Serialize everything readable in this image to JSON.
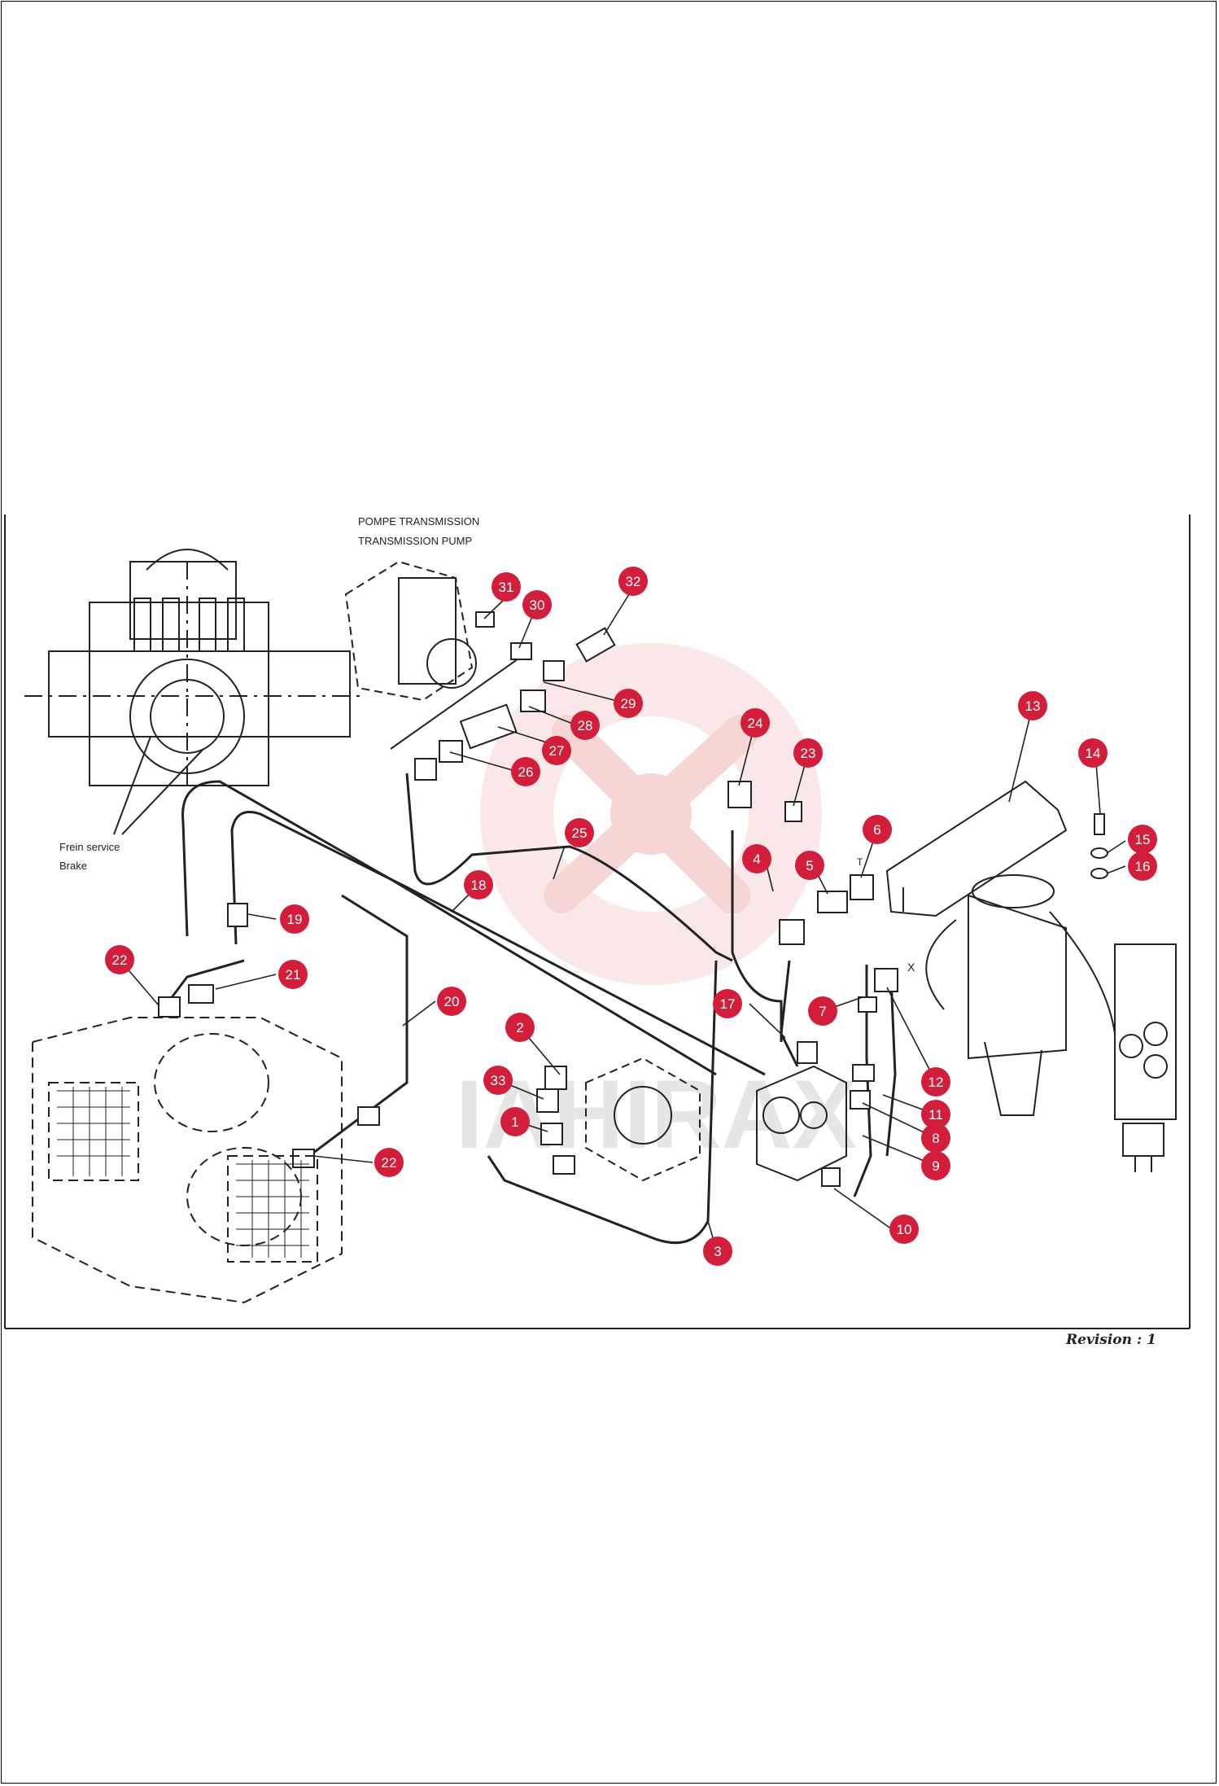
{
  "colors": {
    "callout_fill": "#d21e3a",
    "line": "#222222",
    "watermark": "#f3c7c7",
    "watermark_text": "#e6e6e6"
  },
  "labels": {
    "pump_fr": "POMPE TRANSMISSION",
    "pump_en": "TRANSMISSION PUMP",
    "brake_fr": "Frein service",
    "brake_en": "Brake",
    "revision": "Revision : 1",
    "watermark": "IAHIRAX",
    "small_mark": "",
    "mark_t": "T",
    "mark_x": "X"
  },
  "callouts": [
    {
      "id": "1",
      "label": "1"
    },
    {
      "id": "2",
      "label": "2"
    },
    {
      "id": "3",
      "label": "3"
    },
    {
      "id": "4",
      "label": "4"
    },
    {
      "id": "5",
      "label": "5"
    },
    {
      "id": "6",
      "label": "6"
    },
    {
      "id": "7",
      "label": "7"
    },
    {
      "id": "8",
      "label": "8"
    },
    {
      "id": "9",
      "label": "9"
    },
    {
      "id": "10",
      "label": "10"
    },
    {
      "id": "11",
      "label": "11"
    },
    {
      "id": "12",
      "label": "12"
    },
    {
      "id": "13",
      "label": "13"
    },
    {
      "id": "14",
      "label": "14"
    },
    {
      "id": "15",
      "label": "15"
    },
    {
      "id": "16",
      "label": "16"
    },
    {
      "id": "17",
      "label": "17"
    },
    {
      "id": "18",
      "label": "18"
    },
    {
      "id": "19",
      "label": "19"
    },
    {
      "id": "20",
      "label": "20"
    },
    {
      "id": "21",
      "label": "21"
    },
    {
      "id": "22a",
      "label": "22"
    },
    {
      "id": "22b",
      "label": "22"
    },
    {
      "id": "23",
      "label": "23"
    },
    {
      "id": "24",
      "label": "24"
    },
    {
      "id": "25",
      "label": "25"
    },
    {
      "id": "26",
      "label": "26"
    },
    {
      "id": "27",
      "label": "27"
    },
    {
      "id": "28",
      "label": "28"
    },
    {
      "id": "29",
      "label": "29"
    },
    {
      "id": "30",
      "label": "30"
    },
    {
      "id": "31",
      "label": "31"
    },
    {
      "id": "32",
      "label": "32"
    },
    {
      "id": "33",
      "label": "33"
    }
  ]
}
